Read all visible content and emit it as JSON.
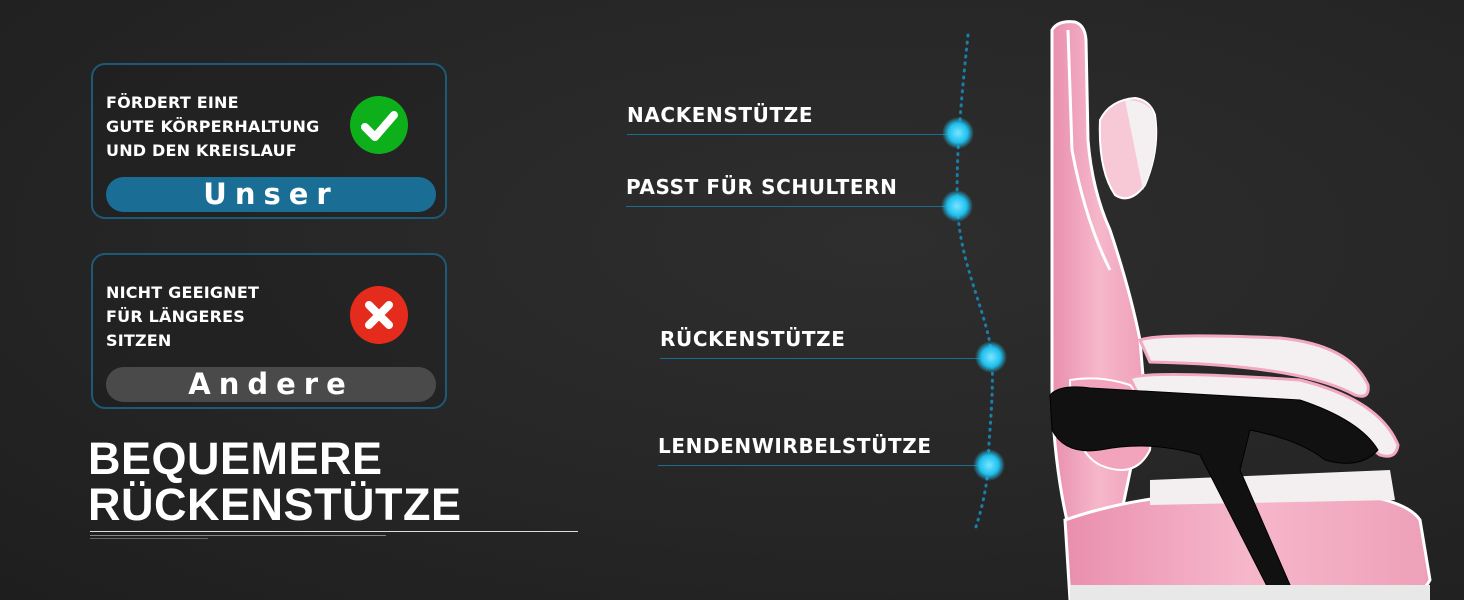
{
  "comparison": {
    "ours": {
      "text": "FÖRDERT EINE\nGUTE KÖRPERHALTUNG\nUND DEN KREISLAUF",
      "icon": "check-icon",
      "label": "Unser",
      "accent": "#1a6e96",
      "icon_color": "#0db01a"
    },
    "others": {
      "text": "NICHT GEEIGNET\nFÜR LÄNGERES\nSITZEN",
      "icon": "x-icon",
      "label": "Andere",
      "accent": "#4a4a4a",
      "icon_color": "#e52b1c"
    }
  },
  "headline": {
    "line1": "BEQUEMERE",
    "line2": "RÜCKENSTÜTZE"
  },
  "features": [
    {
      "label": "NACKENSTÜTZE"
    },
    {
      "label": "PASST FÜR SCHULTERN"
    },
    {
      "label": "RÜCKENSTÜTZE"
    },
    {
      "label": "LENDENWIRBELSTÜTZE"
    }
  ],
  "colors": {
    "background": "#262626",
    "box_border": "#1d5a78",
    "dot": "#1ec0ee",
    "chair_pink": "#f2a9c0"
  }
}
